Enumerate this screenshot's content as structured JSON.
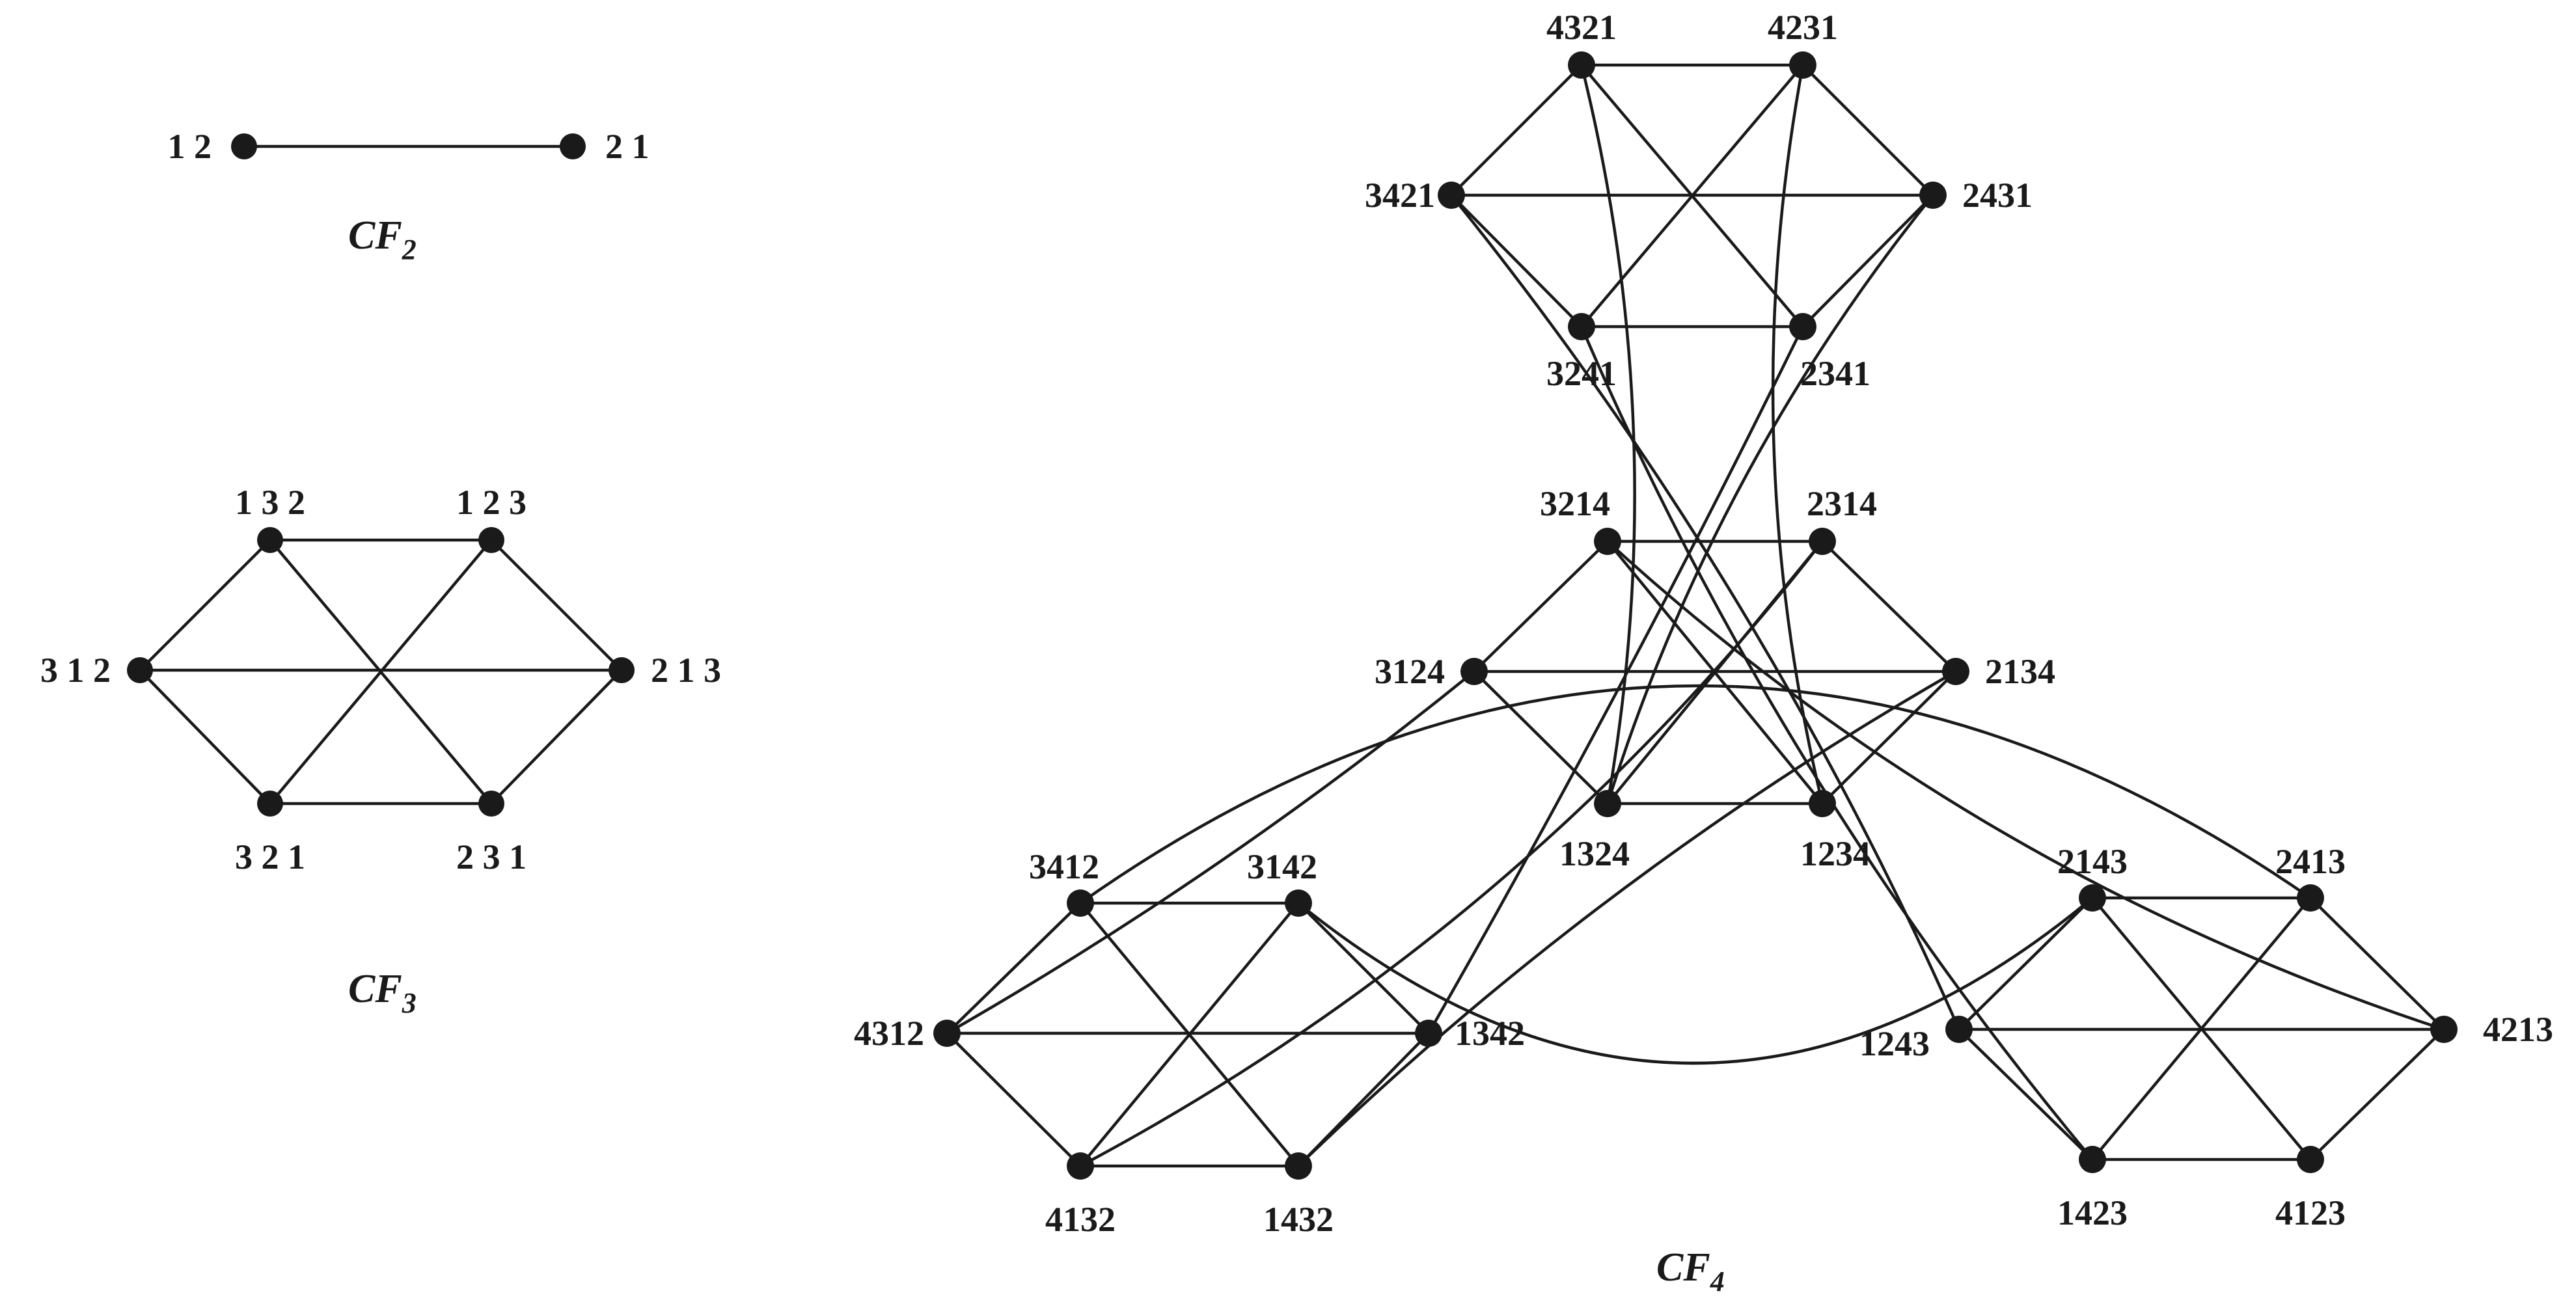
{
  "graphs": [
    {
      "id": "cf2",
      "caption": {
        "main": "CF",
        "sub": "2"
      },
      "vertices": [
        "1 2",
        "2 1"
      ],
      "edges": [
        [
          "1 2",
          "2 1"
        ]
      ]
    },
    {
      "id": "cf3",
      "caption": {
        "main": "CF",
        "sub": "3"
      },
      "vertices": [
        "1 3 2",
        "1 2 3",
        "3 1 2",
        "2 1 3",
        "3 2 1",
        "2 3 1"
      ],
      "edges": [
        [
          "1 3 2",
          "1 2 3"
        ],
        [
          "1 3 2",
          "3 1 2"
        ],
        [
          "1 3 2",
          "2 3 1"
        ],
        [
          "1 2 3",
          "2 1 3"
        ],
        [
          "1 2 3",
          "3 2 1"
        ],
        [
          "3 1 2",
          "2 1 3"
        ],
        [
          "3 1 2",
          "3 2 1"
        ],
        [
          "2 1 3",
          "2 3 1"
        ],
        [
          "3 2 1",
          "2 3 1"
        ]
      ]
    },
    {
      "id": "cf4",
      "caption": {
        "main": "CF",
        "sub": "4"
      },
      "vertices": [
        "4321",
        "4231",
        "3421",
        "2431",
        "3241",
        "2341",
        "3214",
        "2314",
        "3124",
        "2134",
        "1324",
        "1234",
        "3412",
        "3142",
        "4312",
        "1342",
        "4132",
        "1432",
        "2143",
        "2413",
        "1243",
        "4213",
        "1423",
        "4123"
      ],
      "edges": [
        [
          "4321",
          "4231"
        ],
        [
          "4321",
          "3421"
        ],
        [
          "4321",
          "2341"
        ],
        [
          "4231",
          "2431"
        ],
        [
          "4231",
          "3241"
        ],
        [
          "3421",
          "2431"
        ],
        [
          "3421",
          "3241"
        ],
        [
          "2431",
          "2341"
        ],
        [
          "3241",
          "2341"
        ],
        [
          "3214",
          "2314"
        ],
        [
          "3214",
          "3124"
        ],
        [
          "3214",
          "1234"
        ],
        [
          "2314",
          "2134"
        ],
        [
          "2314",
          "1324"
        ],
        [
          "3124",
          "2134"
        ],
        [
          "3124",
          "1324"
        ],
        [
          "2134",
          "1234"
        ],
        [
          "1324",
          "1234"
        ],
        [
          "3412",
          "3142"
        ],
        [
          "3412",
          "4312"
        ],
        [
          "3412",
          "1432"
        ],
        [
          "3142",
          "1342"
        ],
        [
          "3142",
          "4132"
        ],
        [
          "4312",
          "1342"
        ],
        [
          "4312",
          "4132"
        ],
        [
          "1342",
          "1432"
        ],
        [
          "4132",
          "1432"
        ],
        [
          "2143",
          "2413"
        ],
        [
          "2143",
          "1243"
        ],
        [
          "2143",
          "4123"
        ],
        [
          "2413",
          "4213"
        ],
        [
          "2413",
          "1423"
        ],
        [
          "1243",
          "4213"
        ],
        [
          "1243",
          "1423"
        ],
        [
          "4213",
          "4123"
        ],
        [
          "1423",
          "4123"
        ],
        [
          "4321",
          "1324"
        ],
        [
          "4231",
          "1234"
        ],
        [
          "3421",
          "1243"
        ],
        [
          "2431",
          "1324"
        ],
        [
          "3241",
          "1423"
        ],
        [
          "2341",
          "1342"
        ],
        [
          "3214",
          "4213"
        ],
        [
          "2314",
          "4132"
        ],
        [
          "3124",
          "4312"
        ],
        [
          "2134",
          "1432"
        ],
        [
          "3412",
          "2413"
        ],
        [
          "3142",
          "2143"
        ]
      ]
    }
  ]
}
